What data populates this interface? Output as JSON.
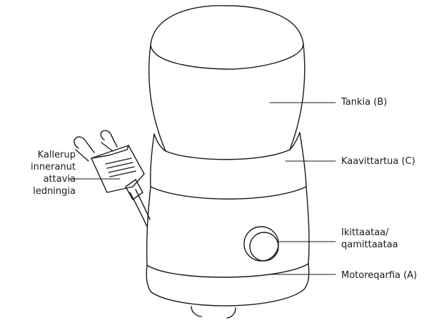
{
  "labels": {
    "tank": "Tankia (B)",
    "lid": "Kaavittartua (C)",
    "switch_line1": "Ikittaataa/",
    "switch_line2": "qamittaataa",
    "base": "Motoreqarfia (A)",
    "cord_lines": [
      "Kallerup",
      "inneranut",
      "attavia",
      "ledningia"
    ]
  },
  "colors": {
    "stroke": "#1a1a1a",
    "background": "#ffffff"
  }
}
